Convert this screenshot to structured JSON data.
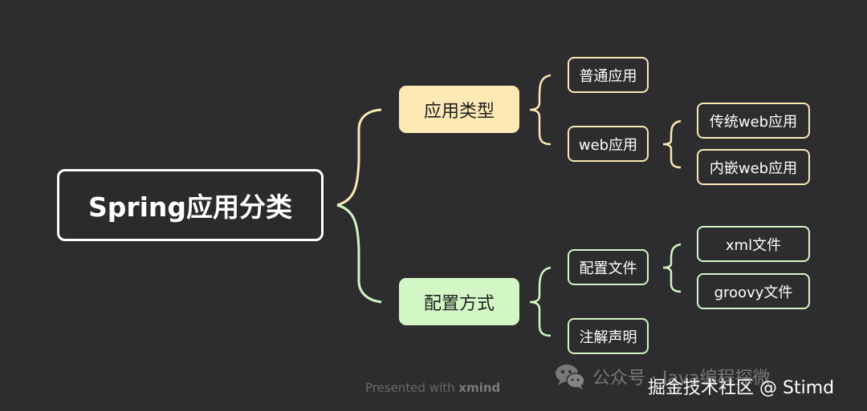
{
  "mindmap": {
    "root": "Spring应用分类",
    "branches": [
      {
        "label": "应用类型",
        "children": [
          {
            "label": "普通应用"
          },
          {
            "label": "web应用",
            "children": [
              {
                "label": "传统web应用"
              },
              {
                "label": "内嵌web应用"
              }
            ]
          }
        ]
      },
      {
        "label": "配置方式",
        "children": [
          {
            "label": "配置文件",
            "children": [
              {
                "label": "xml文件"
              },
              {
                "label": "groovy文件"
              }
            ]
          },
          {
            "label": "注解声明"
          }
        ]
      }
    ]
  },
  "footer": {
    "presented": "Presented with",
    "brand": "xmind"
  },
  "watermark": {
    "wechat": "公众号 · Java编程探微",
    "site": "掘金技术社区 @ Stimd"
  },
  "colors": {
    "background": "#2d2d2f",
    "root_border": "#ffffff",
    "branch1": "#fde9b4",
    "branch2": "#d2f7c5"
  },
  "icons": {
    "wechat": "wechat-icon"
  }
}
